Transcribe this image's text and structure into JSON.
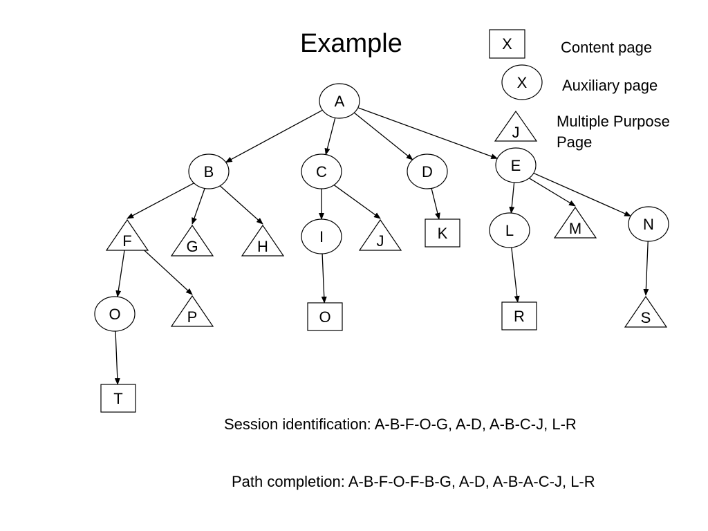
{
  "title": "Example",
  "legend": {
    "content": {
      "symbol": "X",
      "label": "Content page"
    },
    "auxiliary": {
      "symbol": "X",
      "label": "Auxiliary page"
    },
    "multiple": {
      "symbol": "J",
      "label_line1": "Multiple Purpose",
      "label_line2": "Page"
    }
  },
  "nodes": [
    {
      "id": "A",
      "label": "A",
      "shape": "ellipse"
    },
    {
      "id": "B",
      "label": "B",
      "shape": "ellipse"
    },
    {
      "id": "C",
      "label": "C",
      "shape": "ellipse"
    },
    {
      "id": "D",
      "label": "D",
      "shape": "ellipse"
    },
    {
      "id": "E",
      "label": "E",
      "shape": "ellipse"
    },
    {
      "id": "F",
      "label": "F",
      "shape": "triangle"
    },
    {
      "id": "G",
      "label": "G",
      "shape": "triangle"
    },
    {
      "id": "H",
      "label": "H",
      "shape": "triangle"
    },
    {
      "id": "I",
      "label": "I",
      "shape": "ellipse"
    },
    {
      "id": "J",
      "label": "J",
      "shape": "triangle"
    },
    {
      "id": "K",
      "label": "K",
      "shape": "rect"
    },
    {
      "id": "L",
      "label": "L",
      "shape": "ellipse"
    },
    {
      "id": "M",
      "label": "M",
      "shape": "triangle"
    },
    {
      "id": "N",
      "label": "N",
      "shape": "ellipse"
    },
    {
      "id": "O1",
      "label": "O",
      "shape": "ellipse"
    },
    {
      "id": "P",
      "label": "P",
      "shape": "triangle"
    },
    {
      "id": "O2",
      "label": "O",
      "shape": "rect"
    },
    {
      "id": "R",
      "label": "R",
      "shape": "rect"
    },
    {
      "id": "S",
      "label": "S",
      "shape": "triangle"
    },
    {
      "id": "T",
      "label": "T",
      "shape": "rect"
    }
  ],
  "edges": [
    {
      "from": "A",
      "to": "B"
    },
    {
      "from": "A",
      "to": "C"
    },
    {
      "from": "A",
      "to": "D"
    },
    {
      "from": "A",
      "to": "E"
    },
    {
      "from": "B",
      "to": "F"
    },
    {
      "from": "B",
      "to": "G"
    },
    {
      "from": "B",
      "to": "H"
    },
    {
      "from": "C",
      "to": "I"
    },
    {
      "from": "C",
      "to": "J"
    },
    {
      "from": "D",
      "to": "K"
    },
    {
      "from": "E",
      "to": "L"
    },
    {
      "from": "E",
      "to": "M"
    },
    {
      "from": "E",
      "to": "N"
    },
    {
      "from": "F",
      "to": "O1"
    },
    {
      "from": "F",
      "to": "P"
    },
    {
      "from": "I",
      "to": "O2"
    },
    {
      "from": "L",
      "to": "R"
    },
    {
      "from": "N",
      "to": "S"
    },
    {
      "from": "O1",
      "to": "T"
    }
  ],
  "session_identification": "Session identification: A-B-F-O-G, A-D, A-B-C-J, L-R",
  "path_completion": "Path completion: A-B-F-O-F-B-G, A-D, A-B-A-C-J, L-R"
}
